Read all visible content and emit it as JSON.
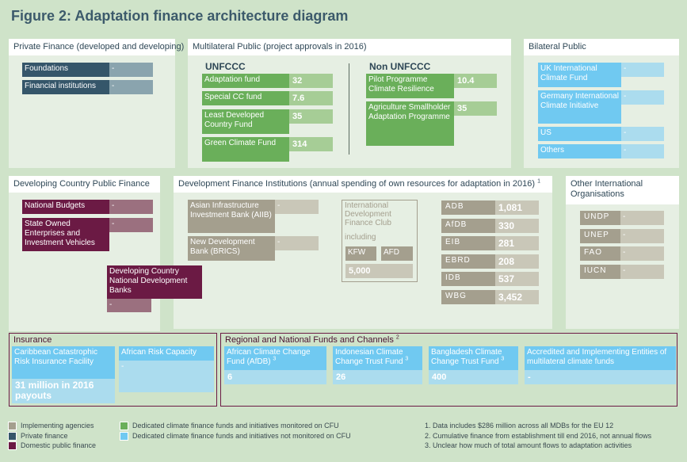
{
  "title": "Figure 2: Adaptation finance architecture diagram",
  "private": {
    "header": "Private Finance (developed and developing)",
    "items": [
      {
        "label": "Foundations",
        "value": "-"
      },
      {
        "label": "Financial institutions",
        "value": "-"
      }
    ]
  },
  "multilateral": {
    "header": "Multilateral Public (project approvals in 2016)",
    "unfccc_title": "UNFCCC",
    "unfccc": [
      {
        "label": "Adaptation fund",
        "value": "32"
      },
      {
        "label": "Special CC fund",
        "value": "7.6"
      },
      {
        "label": "Least Developed Country Fund",
        "value": "35"
      },
      {
        "label": "Green Climate Fund",
        "value": "314"
      }
    ],
    "non_title": "Non UNFCCC",
    "non": [
      {
        "label": "Pilot Programme Climate Resilience",
        "value": "10.4"
      },
      {
        "label": "Agriculture Smallholder Adaptation Programme",
        "value": "35"
      }
    ]
  },
  "bilateral": {
    "header": "Bilateral Public",
    "items": [
      {
        "label": "UK International Climate Fund",
        "value": "-"
      },
      {
        "label": "Germany International Climate Initiative",
        "value": "-"
      },
      {
        "label": "US",
        "value": "-"
      },
      {
        "label": "Others",
        "value": "-"
      }
    ]
  },
  "dcpf": {
    "header": "Developing Country Public Finance",
    "items": [
      {
        "label": "National Budgets",
        "value": "-"
      },
      {
        "label": "State Owned Enterprises and Investment Vehicles",
        "value": "-"
      },
      {
        "label": "Developing Country National Development Banks",
        "value": "-"
      }
    ]
  },
  "dfi": {
    "header": "Development Finance Institutions (annual spending of own resources for adaptation in 2016)",
    "footnote": "1",
    "items": [
      {
        "label": "Asian Infrastructure Investment Bank (AIIB)",
        "value": "-"
      },
      {
        "label": "New Development Bank (BRICS)",
        "value": "-"
      }
    ],
    "idfc": {
      "title": "International Development Finance Club",
      "including": "including",
      "members": [
        "KFW",
        "AFD"
      ],
      "value": "5,000"
    },
    "mdbs": [
      {
        "label": "ADB",
        "value": "1,081"
      },
      {
        "label": "AfDB",
        "value": "330"
      },
      {
        "label": "EIB",
        "value": "281"
      },
      {
        "label": "EBRD",
        "value": "208"
      },
      {
        "label": "IDB",
        "value": "537"
      },
      {
        "label": "WBG",
        "value": "3,452"
      }
    ]
  },
  "other": {
    "header": "Other International Organisations",
    "items": [
      {
        "label": "UNDP",
        "value": "-"
      },
      {
        "label": "UNEP",
        "value": "-"
      },
      {
        "label": "FAO",
        "value": "-"
      },
      {
        "label": "IUCN",
        "value": "-"
      }
    ]
  },
  "insurance": {
    "header": "Insurance",
    "items": [
      {
        "label": "Caribbean Catastrophic Risk Insurance Facility",
        "value": "31 million in 2016 payouts"
      },
      {
        "label": "African Risk Capacity",
        "value": "-"
      }
    ]
  },
  "regional": {
    "header": "Regional and National Funds and Channels",
    "footnote": "2",
    "items": [
      {
        "label": "African Climate Change Fund (AfDB)",
        "sup": "3",
        "value": "6"
      },
      {
        "label": "Indonesian Climate Change Trust Fund",
        "sup": "3",
        "value": "26"
      },
      {
        "label": "Bangladesh Climate Change Trust Fund",
        "sup": "3",
        "value": "400"
      },
      {
        "label": "Accredited and Implementing Entities of multilateral climate funds",
        "sup": "",
        "value": "-"
      }
    ]
  },
  "legend": [
    {
      "label": "Implementing agencies",
      "color": "#a49f8e"
    },
    {
      "label": "Private finance",
      "color": "#35566a"
    },
    {
      "label": "Domestic public finance",
      "color": "#6b1a44"
    },
    {
      "label": "Dedicated climate finance funds and initiatives monitored on CFU",
      "color": "#6aaf5a"
    },
    {
      "label": "Dedicated climate finance funds and initiatives not monitored on CFU",
      "color": "#70c9f1"
    }
  ],
  "notes": [
    "1. Data includes $286 million across all MDBs for the EU 12",
    "2. Cumulative finance from establishment till end 2016, not annual flows",
    "3. Unclear how much of total amount flows to adaptation activities"
  ]
}
